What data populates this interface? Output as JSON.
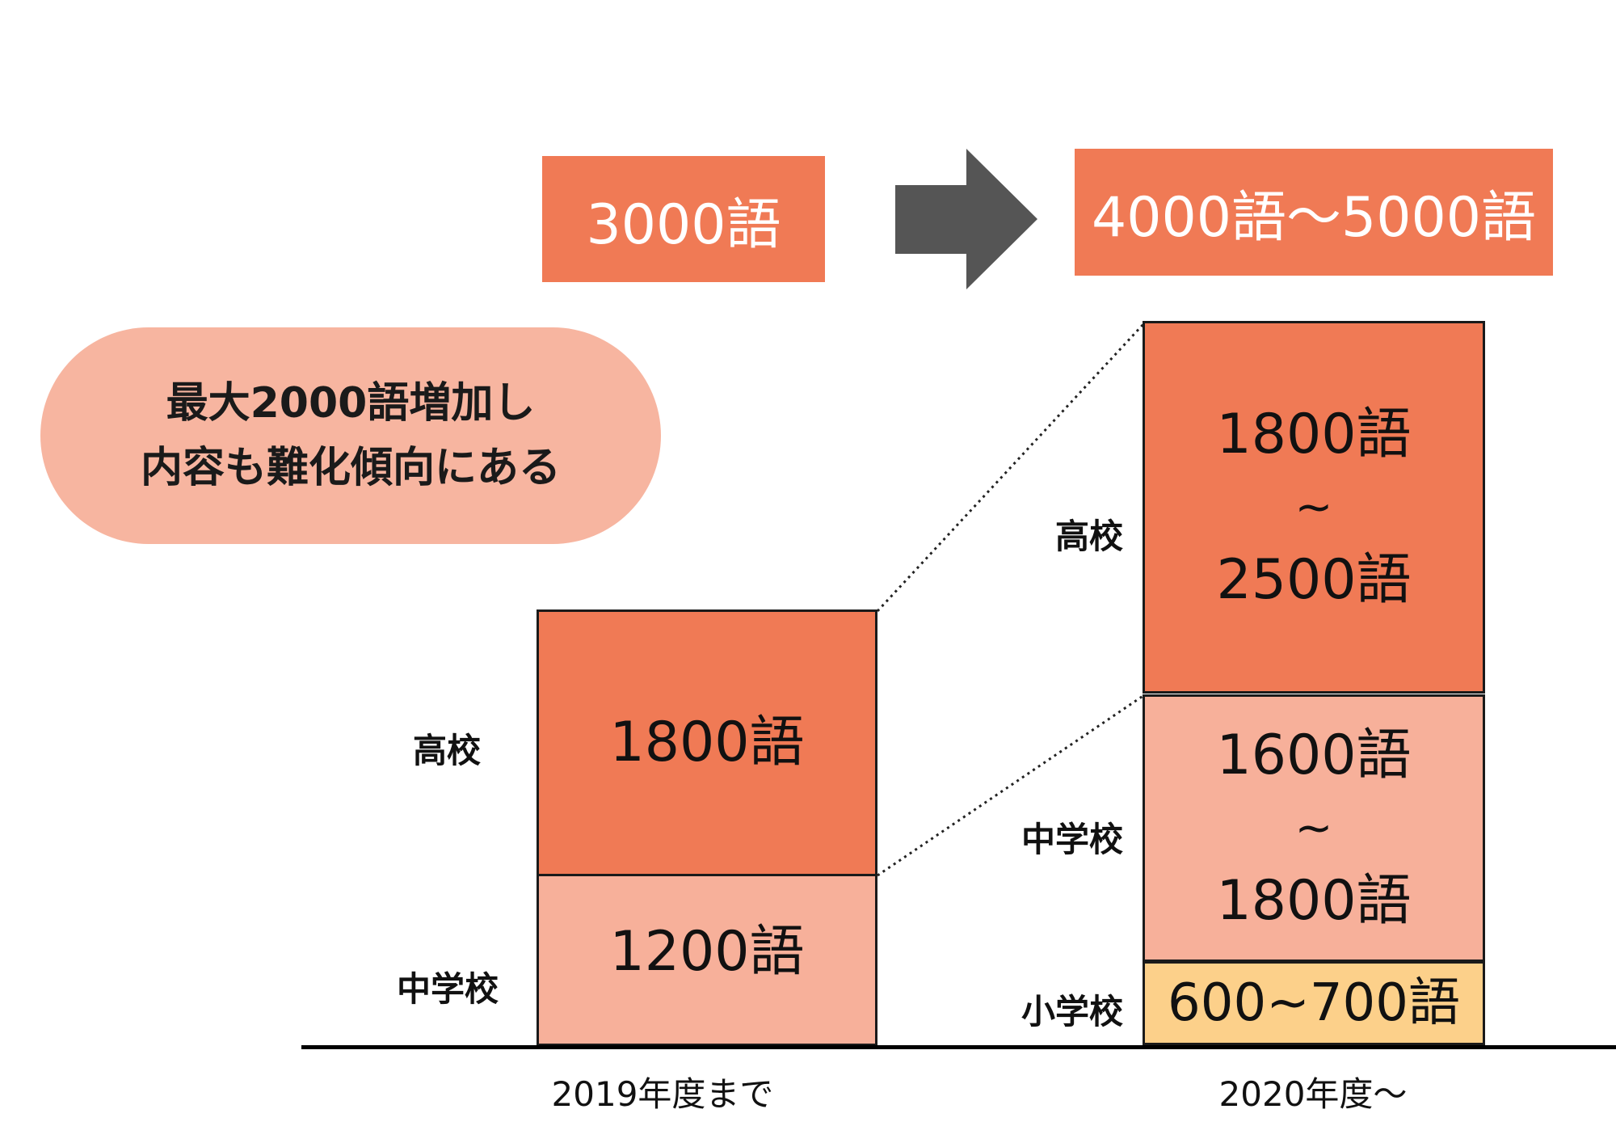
{
  "banners": {
    "before": "3000語",
    "after": "4000語〜5000語"
  },
  "callout": {
    "line1": "最大2000語増加し",
    "line2": "内容も難化傾向にある"
  },
  "colors": {
    "high_school": "#f07a55",
    "middle_school": "#f7b09a",
    "elementary": "#fcd08a",
    "callout": "#f7b5a0",
    "arrow": "#555555"
  },
  "chart_data": {
    "type": "bar",
    "stacked": true,
    "categories": [
      "2019年度まで",
      "2020年度〜"
    ],
    "series": [
      {
        "name": "小学校",
        "values": [
          null,
          [
            600,
            700
          ]
        ],
        "labels": [
          "",
          "600~700語"
        ]
      },
      {
        "name": "中学校",
        "values": [
          1200,
          [
            1600,
            1800
          ]
        ],
        "labels": [
          "1200語",
          "1600語|~|1800語"
        ]
      },
      {
        "name": "高校",
        "values": [
          1800,
          [
            1800,
            2500
          ]
        ],
        "labels": [
          "1800語",
          "1800語|~|2500語"
        ]
      }
    ]
  },
  "bars": {
    "y2019": {
      "xlabel": "2019年度まで",
      "hs": {
        "level": "高校",
        "value": "1800語"
      },
      "ms": {
        "level": "中学校",
        "value": "1200語"
      }
    },
    "y2020": {
      "xlabel": "2020年度〜",
      "hs": {
        "level": "高校",
        "from": "1800語",
        "sep": "~",
        "to": "2500語"
      },
      "ms": {
        "level": "中学校",
        "from": "1600語",
        "sep": "~",
        "to": "1800語"
      },
      "es": {
        "level": "小学校",
        "value": "600~700語"
      }
    }
  }
}
